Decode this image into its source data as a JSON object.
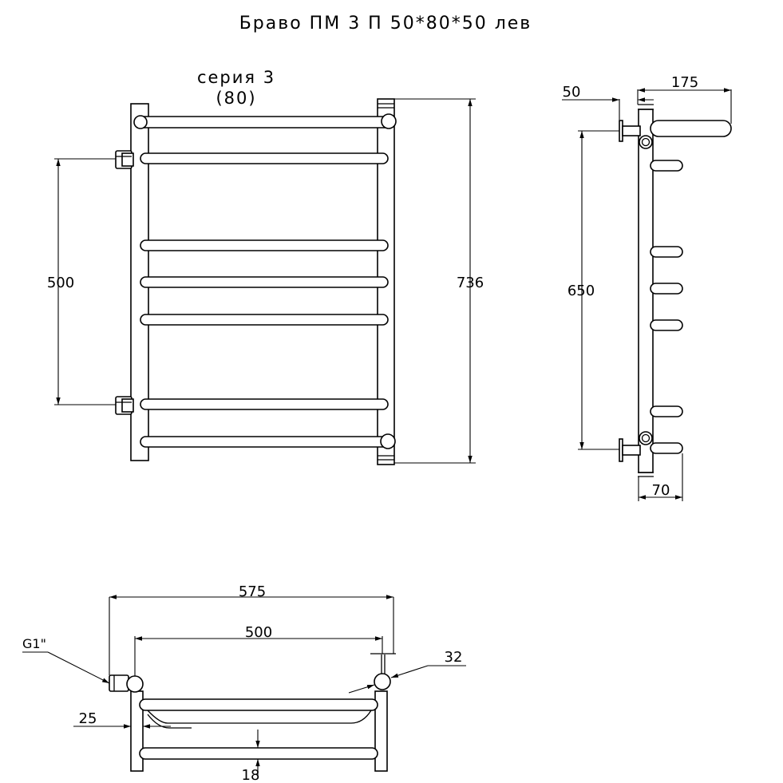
{
  "title": "Браво ПМ 3 П 50*80*50 лев",
  "series": {
    "line1": "серия 3",
    "line2": "(80)"
  },
  "front_view": {
    "dim_connection_spacing": "500",
    "dim_total_height": "736"
  },
  "side_view": {
    "dim_wall_offset": "50",
    "dim_depth": "175",
    "dim_axis_spacing": "650",
    "dim_shelf_depth": "70"
  },
  "top_view": {
    "dim_overall_width": "575",
    "dim_axis_width": "500",
    "dim_thread": "G1\"",
    "dim_pipe_diameter": "32",
    "dim_offset": "25",
    "dim_rung_diameter": "18"
  },
  "colors": {
    "ink": "#000000",
    "paper": "#ffffff"
  }
}
